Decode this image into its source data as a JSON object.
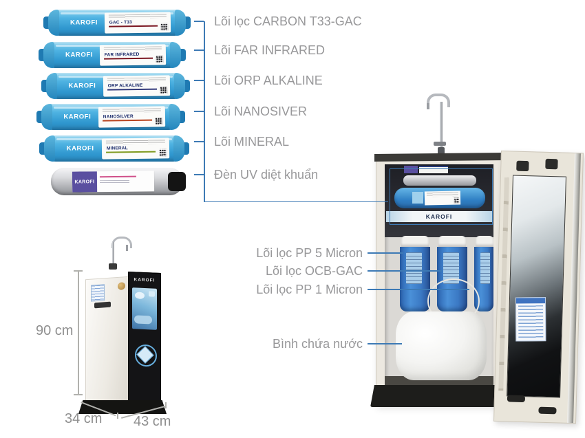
{
  "brand": "KAROFI",
  "colors": {
    "connector_line": "#3d7ab5",
    "label_text": "#98989a",
    "dimension_text": "#8f8f8f",
    "filter_blue": "#39a2d6",
    "housing_blue": "#3a7fd0",
    "cabinet_cream": "#ece8e0"
  },
  "filter_stack": {
    "items": [
      {
        "label": "Lõi lọc CARBON T33-GAC",
        "print": "GAC - T33"
      },
      {
        "label": "Lõi FAR INFRARED",
        "print": "FAR INFRARED"
      },
      {
        "label": "Lõi ORP ALKALINE",
        "print": "ORP ALKALINE"
      },
      {
        "label": "Lõi NANOSIVER",
        "print": "NANOSILVER"
      },
      {
        "label": "Lõi MINERAL",
        "print": "MINERAL"
      },
      {
        "label": "Đèn UV diệt khuẩn",
        "print": ""
      }
    ]
  },
  "cabinet": {
    "labels": [
      {
        "label": "Lõi lọc PP 5 Micron"
      },
      {
        "label": "Lõi lọc OCB-GAC"
      },
      {
        "label": "Lõi lọc PP 1 Micron"
      },
      {
        "label": "Bình chứa nước"
      }
    ]
  },
  "dimensions": {
    "height": "90 cm",
    "depth": "34 cm",
    "width": "43 cm"
  }
}
